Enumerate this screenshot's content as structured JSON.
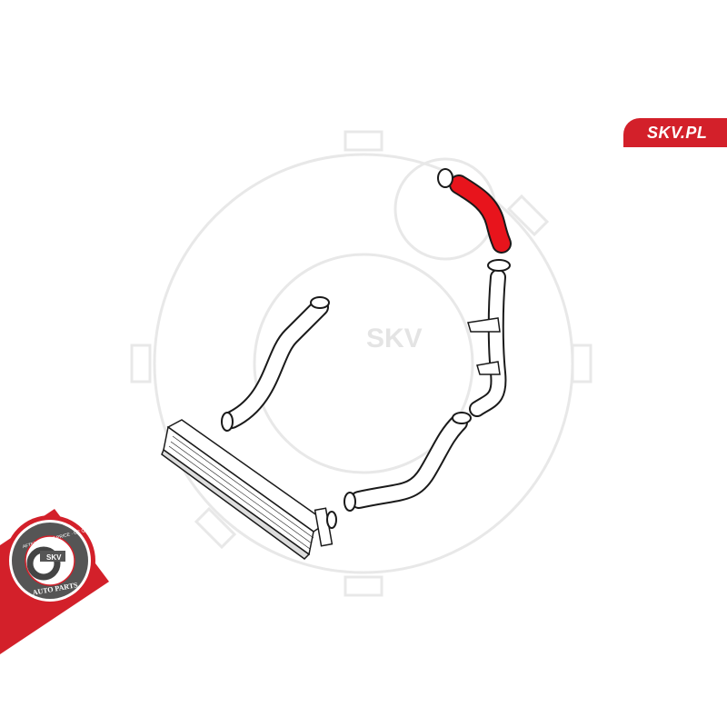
{
  "brand": {
    "site_label": "SKV.PL"
  },
  "watermark": {
    "text": "SKV"
  },
  "badge": {
    "center_text": "SKV",
    "top_arc_text": "AFTERMARKET PRICE · OE QUALITY",
    "bottom_arc_text": "AUTO PARTS"
  },
  "colors": {
    "accent": "#d3202a",
    "highlight_part": "#e8141c",
    "line": "#1a1a1a",
    "watermark": "#e6e6e6"
  }
}
